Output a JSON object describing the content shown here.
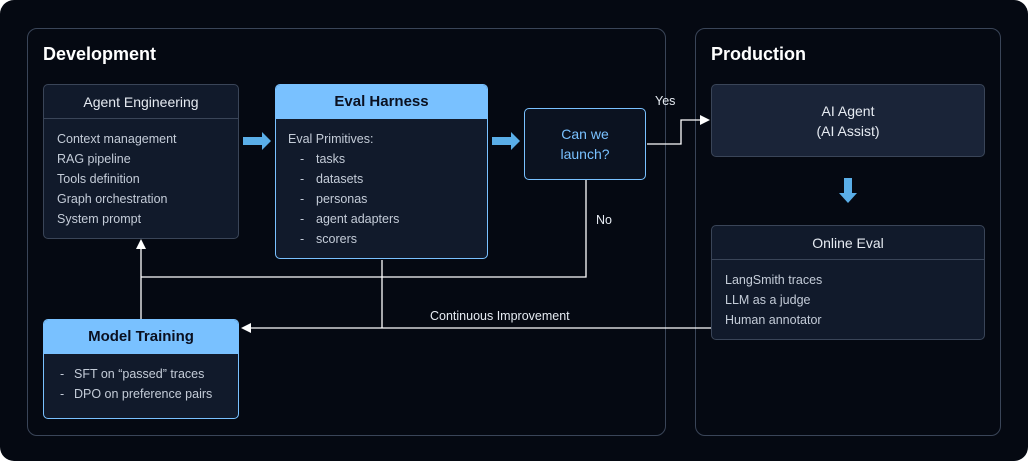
{
  "sections": {
    "development": "Development",
    "production": "Production"
  },
  "agent_engineering": {
    "title": "Agent Engineering",
    "items": [
      "Context management",
      "RAG pipeline",
      "Tools definition",
      "Graph orchestration",
      "System prompt"
    ]
  },
  "eval_harness": {
    "title": "Eval Harness",
    "subtitle": "Eval Primitives:",
    "items": [
      "tasks",
      "datasets",
      "personas",
      "agent adapters",
      "scorers"
    ]
  },
  "decision": {
    "line1": "Can we",
    "line2": "launch?"
  },
  "edge_labels": {
    "yes": "Yes",
    "no": "No",
    "continuous": "Continuous Improvement"
  },
  "ai_agent": {
    "line1": "AI Agent",
    "line2": "(AI Assist)"
  },
  "online_eval": {
    "title": "Online Eval",
    "items": [
      "LangSmith traces",
      "LLM as a judge",
      "Human annotator"
    ]
  },
  "model_training": {
    "title": "Model Training",
    "items": [
      "SFT on “passed” traces",
      "DPO on preference pairs"
    ]
  },
  "list_marker": "-",
  "colors": {
    "background": "#050912",
    "accent": "#79c1ff",
    "border": "#3a4558",
    "card": "#111a2b",
    "arrow": "#5aaee8"
  }
}
